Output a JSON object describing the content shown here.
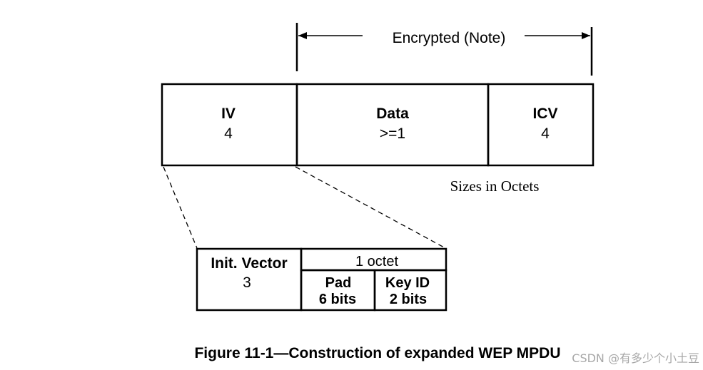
{
  "encrypted_label": "Encrypted (Note)",
  "fields": [
    {
      "name": "IV",
      "size": "4"
    },
    {
      "name": "Data",
      "size": ">=1"
    },
    {
      "name": "ICV",
      "size": "4"
    }
  ],
  "sizes_note": "Sizes in Octets",
  "iv_detail": {
    "init_vector_label": "Init. Vector",
    "init_vector_size": "3",
    "octet_label": "1 octet",
    "pad_label": "Pad",
    "pad_bits": "6 bits",
    "keyid_label": "Key ID",
    "keyid_bits": "2 bits"
  },
  "caption": "Figure 11-1—Construction of expanded WEP MPDU",
  "watermark": "CSDN @有多少个小土豆"
}
